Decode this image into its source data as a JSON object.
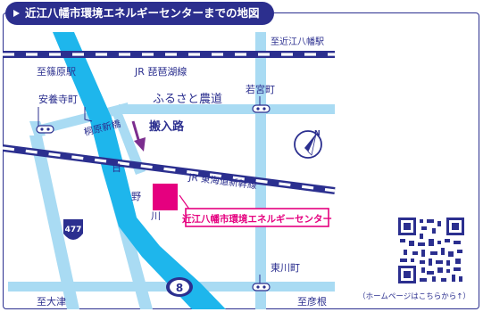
{
  "title": "近江八幡市環境エネルギーセンターまでの地図",
  "labels": {
    "to_omi_hachiman_station": "至近江八幡駅",
    "to_shinohara_station": "至篠原駅",
    "jr_biwako_line": "JR 琵琶湖線",
    "anyoji_cho": "安養寺町",
    "furusato_nodo": "ふるさと農道",
    "wakamiya_cho": "若宮町",
    "kirihara_shinbashi": "桐原新橋",
    "hannyuro": "搬入路",
    "jr_tokaido_shinkansen": "JR 東海道新幹線",
    "river_hi": "日",
    "river_no": "野",
    "river_kawa": "川",
    "facility": "近江八幡市環境エネルギーセンター",
    "route_477": "477",
    "route_8": "8",
    "higashigawa_cho": "東川町",
    "to_otsu": "至大津",
    "to_hikone": "至彦根",
    "north": "N"
  },
  "qr_caption": "（ホームページはこちらから↑）",
  "colors": {
    "navy": "#2b2f8f",
    "road": "#a9dbf3",
    "river": "#1eb6ec",
    "facility": "#e5007f",
    "arrow": "#7b2d8e"
  }
}
